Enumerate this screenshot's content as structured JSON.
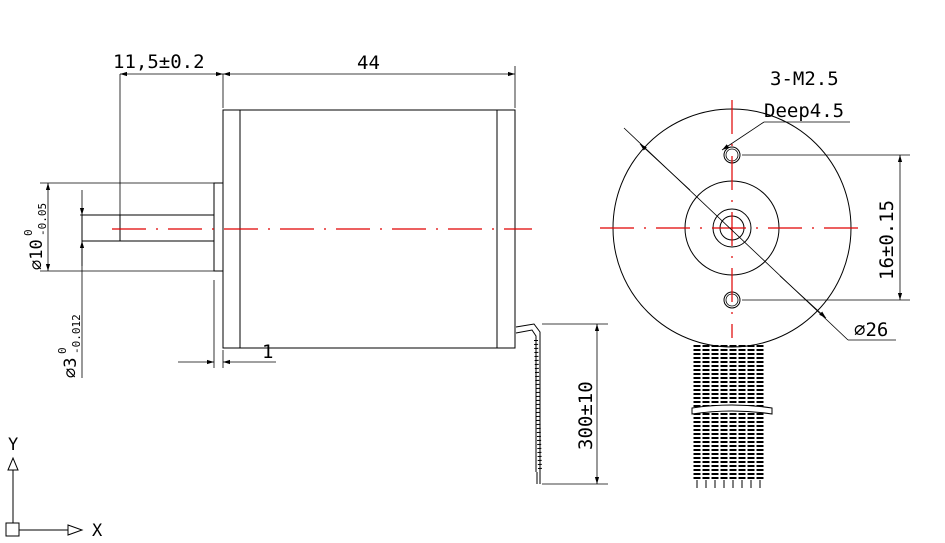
{
  "colors": {
    "line": "#000000",
    "centerline": "#e00000",
    "background": "#ffffff"
  },
  "dimensions": {
    "shaft_offset": "11,5±0.2",
    "body_length": "44",
    "flange_thickness": "1",
    "shaft_diameter_value": "⌀10",
    "shaft_diameter_upper": "0",
    "shaft_diameter_lower": "-0.05",
    "pilot_diameter_value": "⌀3",
    "pilot_diameter_upper": "0",
    "pilot_diameter_lower": "-0.012",
    "lead_length": "300±10",
    "hole_spacing": "16±0.15",
    "body_diameter": "⌀26"
  },
  "notes": {
    "thread_spec": "3-M2.5",
    "thread_depth": "Deep4.5"
  },
  "ucs": {
    "y_label": "Y",
    "x_label": "X"
  },
  "icons": [
    "ucs-axis-icon"
  ]
}
